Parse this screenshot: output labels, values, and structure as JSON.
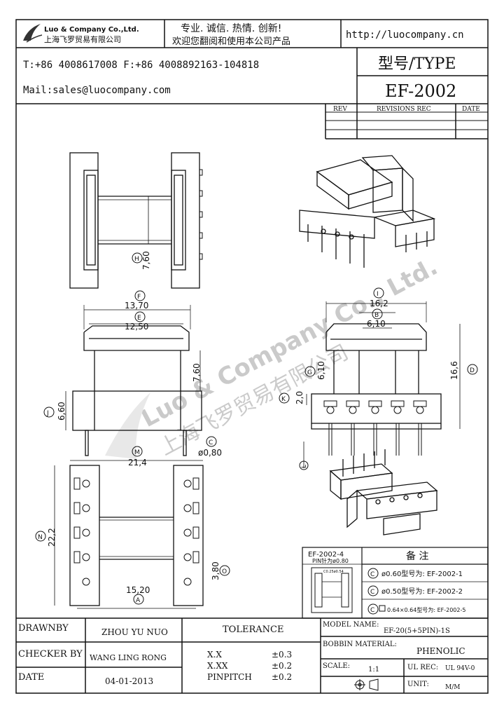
{
  "header": {
    "company_en": "Luo & Company Co.,Ltd.",
    "company_cn": "上海飞罗贸易有限公司",
    "slogan_1": "专业. 诚信. 热情. 创新!",
    "slogan_2": "欢迎您翻阅和使用本公司产品",
    "website": "http://luocompany.cn",
    "phone_fax": "T:+86 4008617008 F:+86 4008892163-104818",
    "email": "Mail:sales@luocompany.com",
    "type_label": "型号/TYPE",
    "model": "EF-2002"
  },
  "revisions": {
    "col_rev": "REV",
    "col_desc": "REVISIONS REC",
    "col_date": "DATE"
  },
  "watermark": {
    "en": "Luo & Company Co., Ltd.",
    "cn": "上海飞罗贸易有限公司"
  },
  "dims": {
    "h_label": "H",
    "h_value": "7,60",
    "f_label": "F",
    "f_value": "13,70",
    "e_label": "E",
    "e_value": "12,50",
    "side_7_60": "7,60",
    "j_label": "J",
    "j_value": "6,60",
    "c_label": "C",
    "c_value": "ø0,80",
    "i_label": "I",
    "i_value": "16,2",
    "b_label": "B",
    "b_value": "6,10",
    "g_label": "G",
    "g_value": "6,10",
    "d_label": "D",
    "d_value": "16,6",
    "k_label": "K",
    "k_value": "2,0",
    "l_label": "L",
    "m_label": "M",
    "m_value": "21,4",
    "n_label": "N",
    "n_value": "22,2",
    "a_label": "A",
    "a_value": "15,20",
    "o_value": "3,80",
    "o_label": "O"
  },
  "notes": {
    "variant_title": "EF-2002-4",
    "variant_pin": "PIN针为ø0.80",
    "variant_small": "C0.25ø0.54",
    "title": "备 注",
    "note_1": "ø0.60型号为: EF-2002-1",
    "note_2": "ø0.50型号为: EF-2002-2",
    "note_3": "0.64×0.64型号为: EF-2002-5"
  },
  "footer": {
    "drawnby_label": "DRAWNBY",
    "drawnby_value": "ZHOU YU NUO",
    "checker_label": "CHECKER BY",
    "checker_value": "WANG LING RONG",
    "date_label": "DATE",
    "date_value": "04-01-2013",
    "tolerance_label": "TOLERANCE",
    "tol_x_label": "X.X",
    "tol_x_value": "±0.3",
    "tol_xx_label": "X.XX",
    "tol_xx_value": "±0.2",
    "pinpitch_label": "PINPITCH",
    "pinpitch_value": "±0.2",
    "model_name_label": "MODEL NAME:",
    "model_name_value": "EF-20(5+5PIN)-1S",
    "bobbin_label": "BOBBIN MATERIAL:",
    "bobbin_value": "PHENOLIC",
    "scale_label": "SCALE:",
    "scale_value": "1:1",
    "ul_label": "UL REC:",
    "ul_value": "UL 94V-0",
    "unit_label": "UNIT:",
    "unit_value": "M/M"
  }
}
